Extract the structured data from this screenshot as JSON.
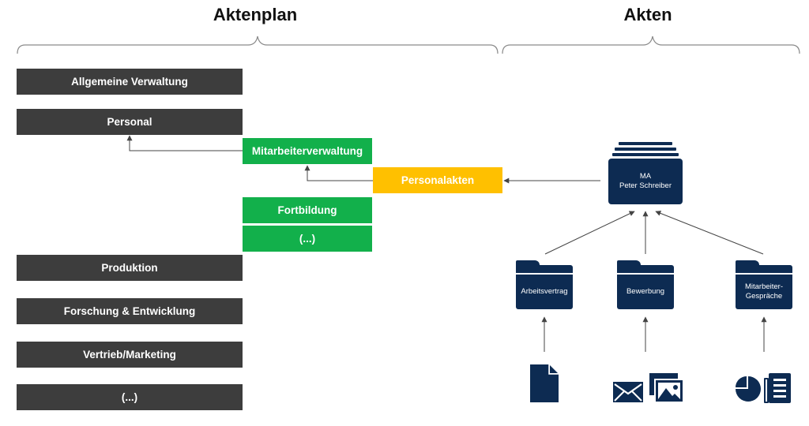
{
  "headings": {
    "left": "Aktenplan",
    "right": "Akten"
  },
  "aktenplan": {
    "categories": [
      "Allgemeine Verwaltung",
      "Personal",
      "Produktion",
      "Forschung & Entwicklung",
      "Vertrieb/Marketing",
      "(...)"
    ],
    "personal_sub": [
      "Mitarbeiterverwaltung",
      "Fortbildung",
      "(...)"
    ],
    "mitarbeiter_sub": "Personalakten"
  },
  "akten": {
    "file_card": {
      "line1": "MA",
      "line2": "Peter Schreiber"
    },
    "folders": [
      {
        "label": "Arbeitsvertrag"
      },
      {
        "label": "Bewerbung"
      },
      {
        "label": "Mitarbeiter-\nGespräche"
      }
    ],
    "document_icons": [
      "document-icon",
      "envelope-icon",
      "images-icon",
      "pie-chart-icon",
      "text-document-icon"
    ]
  },
  "colors": {
    "dark_box": "#3d3d3d",
    "green_box": "#12b04b",
    "yellow_box": "#ffc000",
    "navy": "#0d2b52",
    "connector": "#444444"
  }
}
